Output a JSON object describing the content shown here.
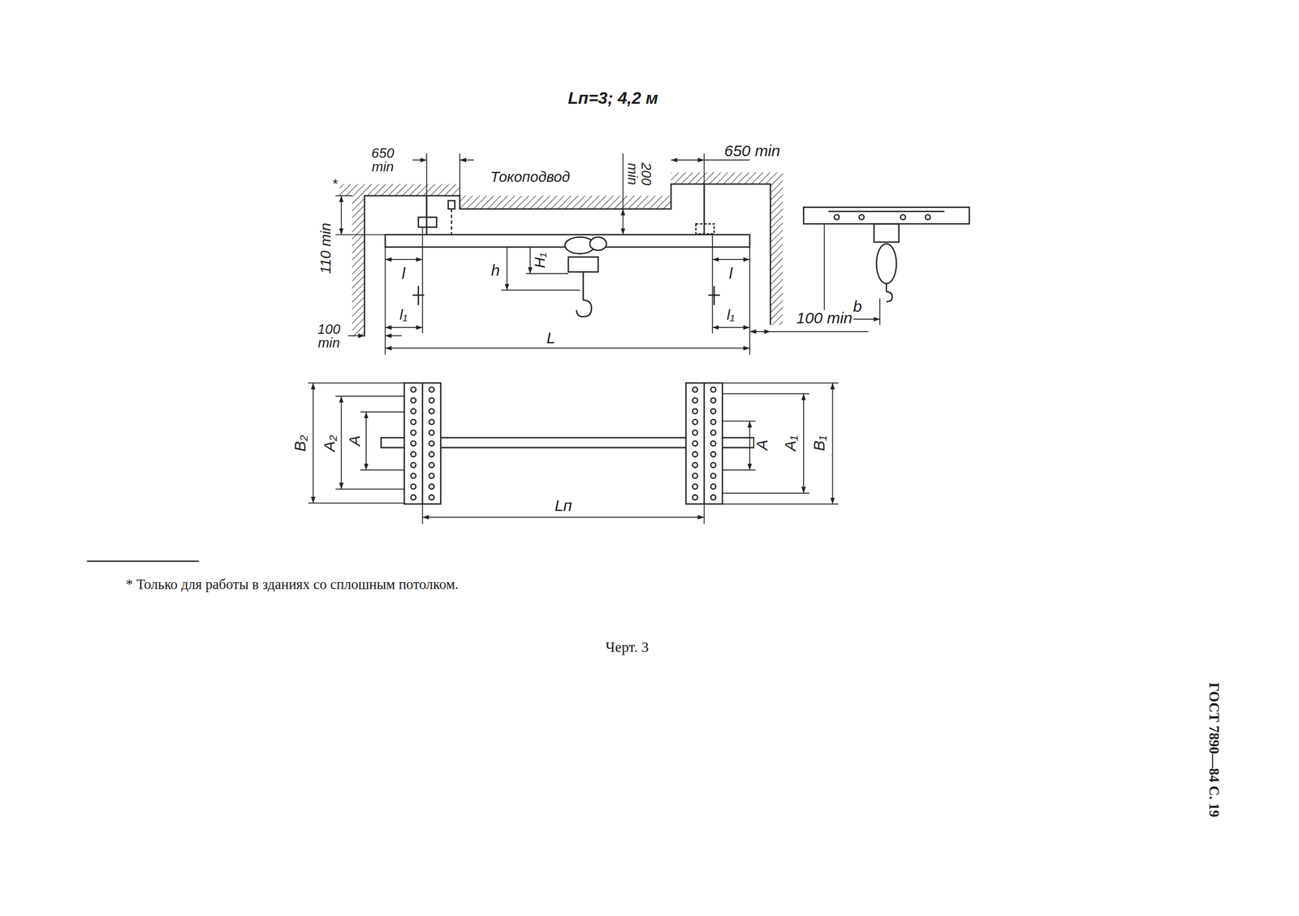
{
  "diagram": {
    "title": "Lп=3; 4,2 м",
    "caption": "Черт. 3",
    "labels": [
      "650 min",
      "Токоподвод",
      "200 min",
      "650 min",
      "*",
      "110 min",
      "l",
      "h",
      "H₁",
      "l",
      "l₁",
      "l₁",
      "100 min",
      "L",
      "100 min",
      "b",
      "B₂",
      "A₂",
      "A",
      "A",
      "A₁",
      "B₁",
      "Lп",
      "* Только для работы в зданиях со сплошным потолком.",
      "ГОСТ 7890—84 С. 19"
    ]
  }
}
